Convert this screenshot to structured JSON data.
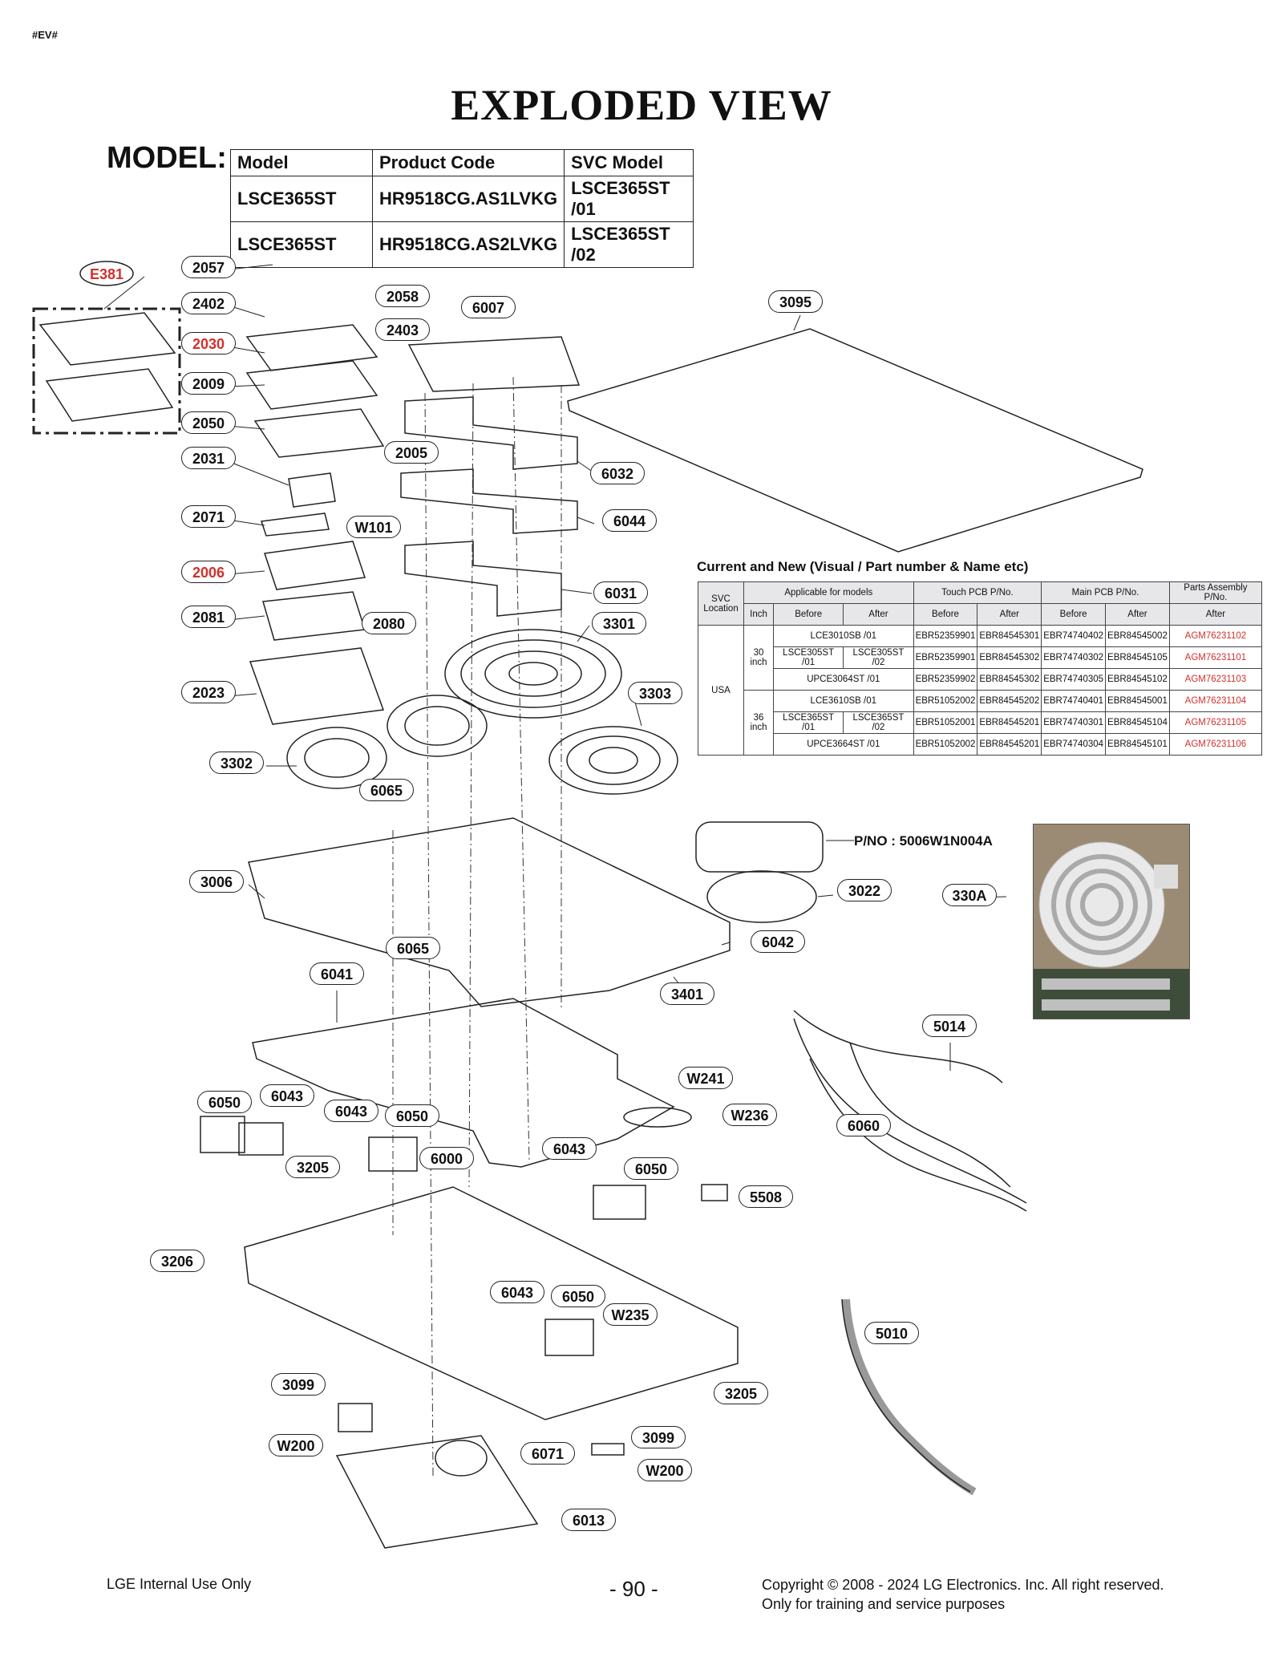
{
  "page_tag": "#EV#",
  "title": "EXPLODED VIEW",
  "model_label": "MODEL:",
  "model_table": {
    "headers": [
      "Model",
      "Product Code",
      "SVC Model"
    ],
    "rows": [
      [
        "LSCE365ST",
        "HR9518CG.AS1LVKG",
        "LSCE365ST /01"
      ],
      [
        "LSCE365ST",
        "HR9518CG.AS2LVKG",
        "LSCE365ST /02"
      ]
    ]
  },
  "current_new": {
    "title": "Current and New (Visual  /  Part number & Name etc)",
    "headers": {
      "svc_location": "SVC Location",
      "applicable": "Applicable for models",
      "touch_pcb": "Touch PCB P/No.",
      "main_pcb": "Main PCB P/No.",
      "parts_assembly": "Parts Assembly P/No.",
      "inch": "Inch",
      "before": "Before",
      "after": "After"
    },
    "location": "USA",
    "groups": [
      {
        "inch": "30 inch",
        "rows": [
          {
            "before": "LCE3010SB /01",
            "after": "",
            "touch_before": "EBR52359901",
            "touch_after": "EBR84545301",
            "main_before": "EBR74740402",
            "main_after": "EBR84545002",
            "assembly": "AGM76231102"
          },
          {
            "before": "LSCE305ST /01",
            "after": "LSCE305ST /02",
            "touch_before": "EBR52359901",
            "touch_after": "EBR84545302",
            "main_before": "EBR74740302",
            "main_after": "EBR84545105",
            "assembly": "AGM76231101"
          },
          {
            "before": "UPCE3064ST /01",
            "after": "",
            "touch_before": "EBR52359902",
            "touch_after": "EBR84545302",
            "main_before": "EBR74740305",
            "main_after": "EBR84545102",
            "assembly": "AGM76231103"
          }
        ]
      },
      {
        "inch": "36 inch",
        "rows": [
          {
            "before": "LCE3610SB /01",
            "after": "",
            "touch_before": "EBR51052002",
            "touch_after": "EBR84545202",
            "main_before": "EBR74740401",
            "main_after": "EBR84545001",
            "assembly": "AGM76231104"
          },
          {
            "before": "LSCE365ST /01",
            "after": "LSCE365ST /02",
            "touch_before": "EBR51052001",
            "touch_after": "EBR84545201",
            "main_before": "EBR74740301",
            "main_after": "EBR84545104",
            "assembly": "AGM76231105"
          },
          {
            "before": "UPCE3664ST /01",
            "after": "",
            "touch_before": "EBR51052002",
            "touch_after": "EBR84545201",
            "main_before": "EBR74740304",
            "main_after": "EBR84545101",
            "assembly": "AGM76231106"
          }
        ]
      }
    ]
  },
  "pno_label": "P/NO : 5006W1N004A",
  "callouts": {
    "e381": "E381",
    "c2057": "2057",
    "c2402": "2402",
    "c2058": "2058",
    "c2403": "2403",
    "c2030": "2030",
    "c2009": "2009",
    "c2050": "2050",
    "c2005": "2005",
    "c2031": "2031",
    "c2071": "2071",
    "w101": "W101",
    "c2006": "2006",
    "c2081": "2081",
    "c2080": "2080",
    "c2023": "2023",
    "c3302": "3302",
    "c6065a": "6065",
    "c6007": "6007",
    "c3095": "3095",
    "c6032": "6032",
    "c6044": "6044",
    "c6031": "6031",
    "c3301": "3301",
    "c3303": "3303",
    "c3006": "3006",
    "c6065b": "6065",
    "c3022": "3022",
    "c330a": "330A",
    "c6042": "6042",
    "c3401": "3401",
    "c6041": "6041",
    "c5014": "5014",
    "w241": "W241",
    "w236": "W236",
    "c6060": "6060",
    "c6050a": "6050",
    "c6043a": "6043",
    "c6043b": "6043",
    "c6050b": "6050",
    "c6000": "6000",
    "c6043c": "6043",
    "c6050c": "6050",
    "c3205a": "3205",
    "c5508": "5508",
    "c3206": "3206",
    "c6043d": "6043",
    "c6050d": "6050",
    "w235": "W235",
    "c5010": "5010",
    "c3099a": "3099",
    "c3205b": "3205",
    "w200a": "W200",
    "c6071": "6071",
    "c3099b": "3099",
    "w200b": "W200",
    "c6013": "6013"
  },
  "footer": {
    "left": "LGE Internal Use Only",
    "page": "- 90 -",
    "copyright": "Copyright © 2008 - 2024 LG Electronics. Inc. All right reserved.",
    "note": "Only for training and service purposes"
  },
  "colors": {
    "highlight": "#d0312d",
    "line": "#222222"
  }
}
